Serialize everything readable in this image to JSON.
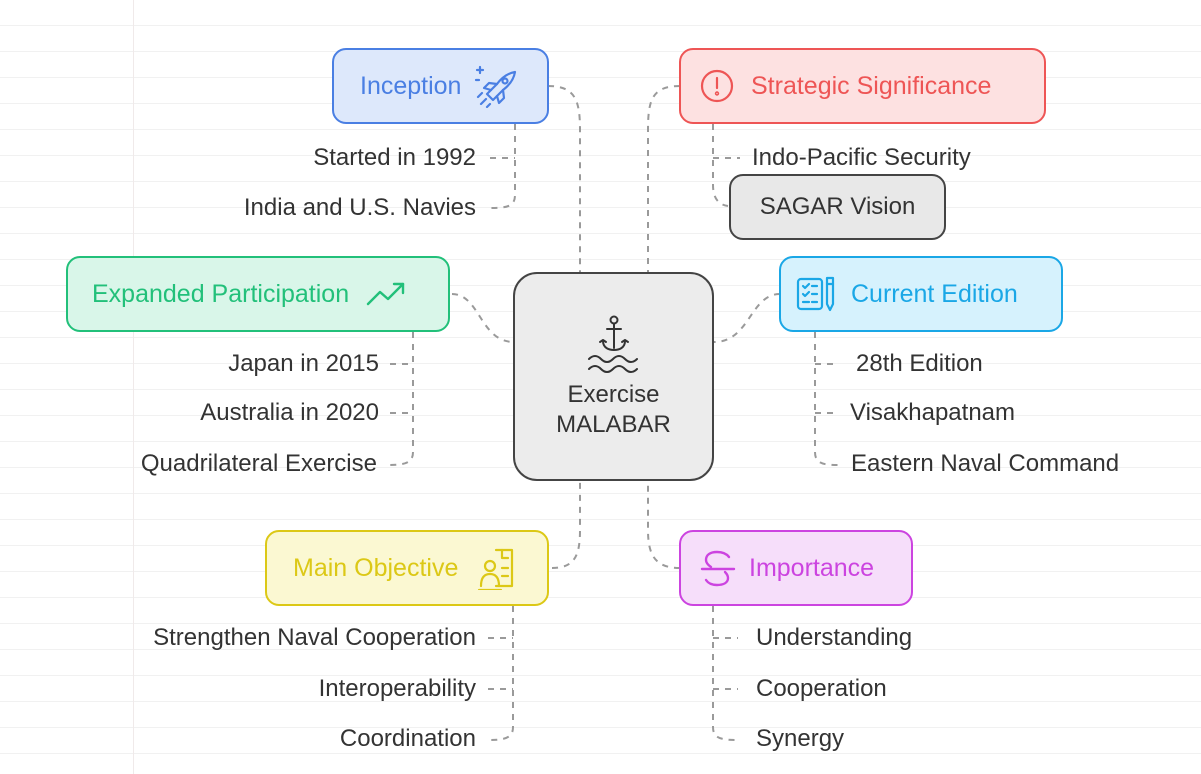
{
  "center": {
    "line1": "Exercise",
    "line2": "MALABAR",
    "icon": "anchor-waves-icon"
  },
  "nodes": {
    "inception": {
      "label": "Inception",
      "icon": "rocket-icon",
      "color": "#4a7fe3",
      "bg": "#dde8fb",
      "items": [
        "Started in 1992",
        "India and U.S. Navies"
      ]
    },
    "strategic": {
      "label": "Strategic Significance",
      "icon": "alert-circle-icon",
      "color": "#ee5555",
      "bg": "#fde1e1",
      "items": [
        "Indo-Pacific Security",
        "SAGAR Vision"
      ]
    },
    "expanded": {
      "label": "Expanded Participation",
      "icon": "trend-up-icon",
      "color": "#22c07a",
      "bg": "#d9f6e9",
      "items": [
        "Japan in 2015",
        "Australia in 2020",
        "Quadrilateral Exercise"
      ]
    },
    "current": {
      "label": "Current Edition",
      "icon": "checklist-pen-icon",
      "color": "#1aa7e6",
      "bg": "#d6f2fd",
      "items": [
        "28th Edition",
        "Visakhapatnam",
        "Eastern Naval Command"
      ]
    },
    "objective": {
      "label": "Main Objective",
      "icon": "target-person-icon",
      "color": "#dcc816",
      "bg": "#fbf8d2",
      "items": [
        "Strengthen Naval Cooperation",
        "Interoperability",
        "Coordination"
      ]
    },
    "importance": {
      "label": "Importance",
      "icon": "strikethrough-s-icon",
      "color": "#cc44e0",
      "bg": "#f6defa",
      "items": [
        "Understanding",
        "Cooperation",
        "Synergy"
      ]
    }
  }
}
